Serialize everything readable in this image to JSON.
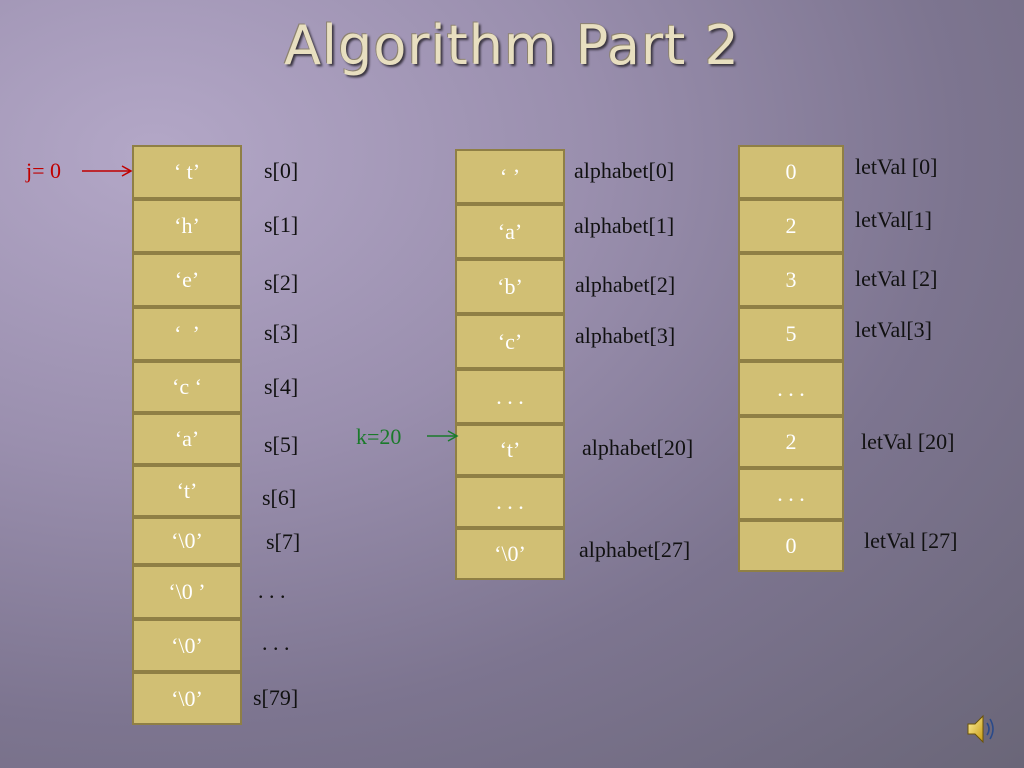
{
  "title": "Algorithm Part 2",
  "colors": {
    "cell_fill": "#d1bf74",
    "cell_border": "#8f7f45",
    "j_pointer": "#c00000",
    "k_pointer": "#1a7a2a"
  },
  "s_array": {
    "cells": [
      "‘ t’",
      "‘h’",
      "‘e’",
      "‘  ’",
      "‘c ‘",
      "‘a’",
      "‘t’",
      "‘\\0’",
      "‘\\0 ’",
      "‘\\0’",
      "‘\\0’"
    ],
    "labels": [
      "s[0]",
      "s[1]",
      "s[2]",
      "s[3]",
      "s[4]",
      "s[5]",
      "s[6]",
      "s[7]",
      ". . .",
      ". . .",
      "s[79]"
    ]
  },
  "alphabet_array": {
    "cells": [
      "‘ ’",
      "‘a’",
      "‘b’",
      "‘c’",
      ". . .",
      "‘t’",
      ". . .",
      "‘\\0’"
    ],
    "labels": [
      "alphabet[0]",
      "alphabet[1]",
      "alphabet[2]",
      "alphabet[3]",
      "",
      "alphabet[20]",
      "",
      "alphabet[27]"
    ]
  },
  "letval_array": {
    "cells": [
      "0",
      "2",
      "3",
      "5",
      ". . .",
      "2",
      ". . .",
      "0"
    ],
    "labels": [
      "letVal [0]",
      "letVal[1]",
      "letVal [2]",
      "letVal[3]",
      "",
      "letVal [20]",
      "",
      "letVal [27]"
    ]
  },
  "pointers": {
    "j": "j= 0",
    "k": "k=20"
  },
  "speaker_icon": "speaker-icon"
}
